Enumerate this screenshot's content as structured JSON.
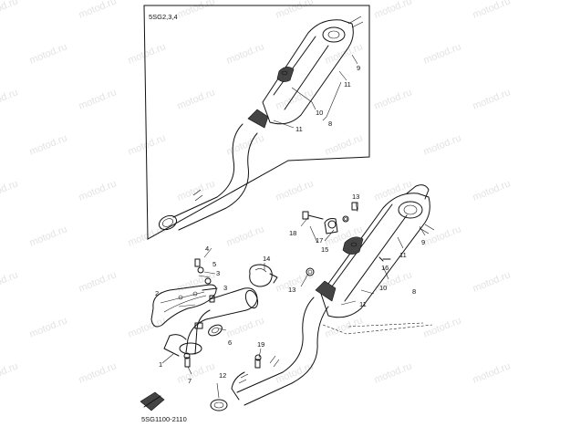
{
  "watermark": {
    "text": "motod.ru"
  },
  "inset": {
    "label": "5SG2,3,4"
  },
  "diagram_code": "5SG1100-2110",
  "callouts": {
    "c1": "1",
    "c2": "2",
    "c3a": "3",
    "c3b": "3",
    "c4": "4",
    "c5": "5",
    "c6": "6",
    "c7": "7",
    "c8": "8",
    "c9": "9",
    "c10": "10",
    "c11a": "11",
    "c11b": "11",
    "c12": "12",
    "c13a": "13",
    "c13b": "13",
    "c14": "14",
    "c15": "15",
    "c16": "16",
    "c17": "17",
    "c18": "18",
    "c19": "19",
    "i8": "8",
    "i9": "9",
    "i10": "10",
    "i11a": "11",
    "i11b": "11"
  },
  "colors": {
    "line": "#111111",
    "watermark": "#e3e3e3",
    "background": "#ffffff"
  }
}
